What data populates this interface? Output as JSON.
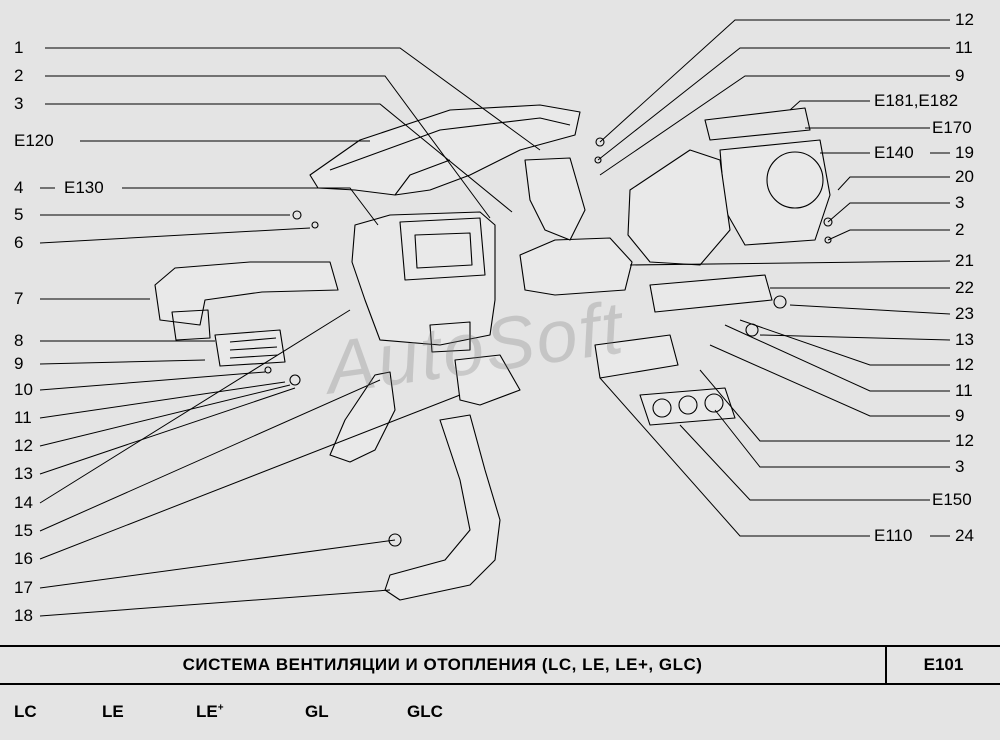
{
  "left_labels": [
    "1",
    "2",
    "3",
    "E120",
    "4",
    "E130",
    "5",
    "6",
    "7",
    "8",
    "9",
    "10",
    "11",
    "12",
    "13",
    "14",
    "15",
    "16",
    "17",
    "18"
  ],
  "right_labels": [
    "12",
    "11",
    "9",
    "E181,E182",
    "E170",
    "E140",
    "19",
    "20",
    "3",
    "2",
    "21",
    "22",
    "23",
    "13",
    "12",
    "11",
    "9",
    "12",
    "3",
    "E150",
    "E110",
    "24"
  ],
  "watermark": "AutoSoft",
  "title": "СИСТЕМА  ВЕНТИЛЯЦИИ  И  ОТОПЛЕНИЯ  (LC, LE, LE+, GLC)",
  "code": "E101",
  "variants": [
    {
      "label": "LC"
    },
    {
      "label": "LE"
    },
    {
      "label": "LE",
      "sup": "+"
    },
    {
      "label": "GL"
    },
    {
      "label": "GLC"
    }
  ],
  "colors": {
    "background": "#e4e4e4",
    "line": "#000000"
  }
}
